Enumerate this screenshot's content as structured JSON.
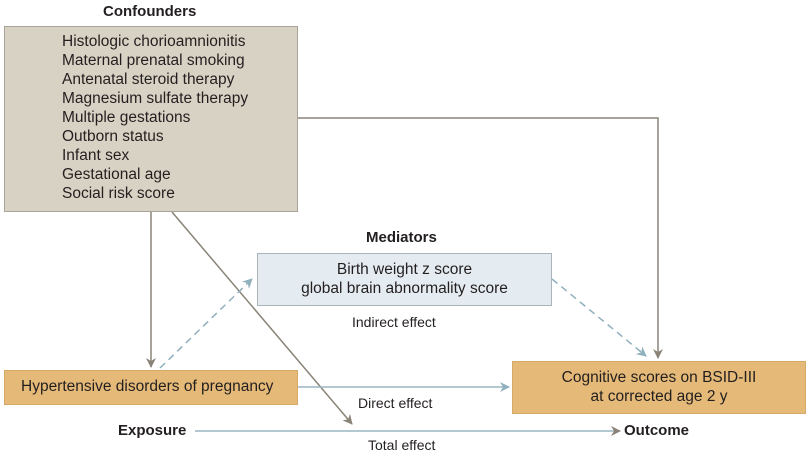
{
  "diagram": {
    "confounders": {
      "title": "Confounders",
      "items": [
        "Histologic chorioamnionitis",
        "Maternal prenatal smoking",
        "Antenatal steroid therapy",
        "Magnesium sulfate therapy",
        "Multiple gestations",
        "Outborn status",
        "Infant sex",
        "Gestational age",
        "Social risk score"
      ]
    },
    "mediators": {
      "title": "Mediators",
      "lines": [
        "Birth weight z score",
        "global brain abnormality score"
      ]
    },
    "exposure": {
      "box_label": "Hypertensive disorders of pregnancy",
      "axis_label": "Exposure"
    },
    "outcome": {
      "lines": [
        "Cognitive scores on BSID-III",
        "at corrected age 2 y"
      ],
      "axis_label": "Outcome"
    },
    "effects": {
      "indirect": "Indirect effect",
      "direct": "Direct effect",
      "total": "Total effect"
    },
    "colors": {
      "confounder_fill": "#d8d2c4",
      "mediator_fill": "#e4ecf1",
      "exposure_outcome_fill": "#e5b977",
      "confounder_arrow": "#8a8378",
      "mediator_arrow": "#8fb0bd",
      "direct_arrow": "#9cb6c2"
    }
  }
}
